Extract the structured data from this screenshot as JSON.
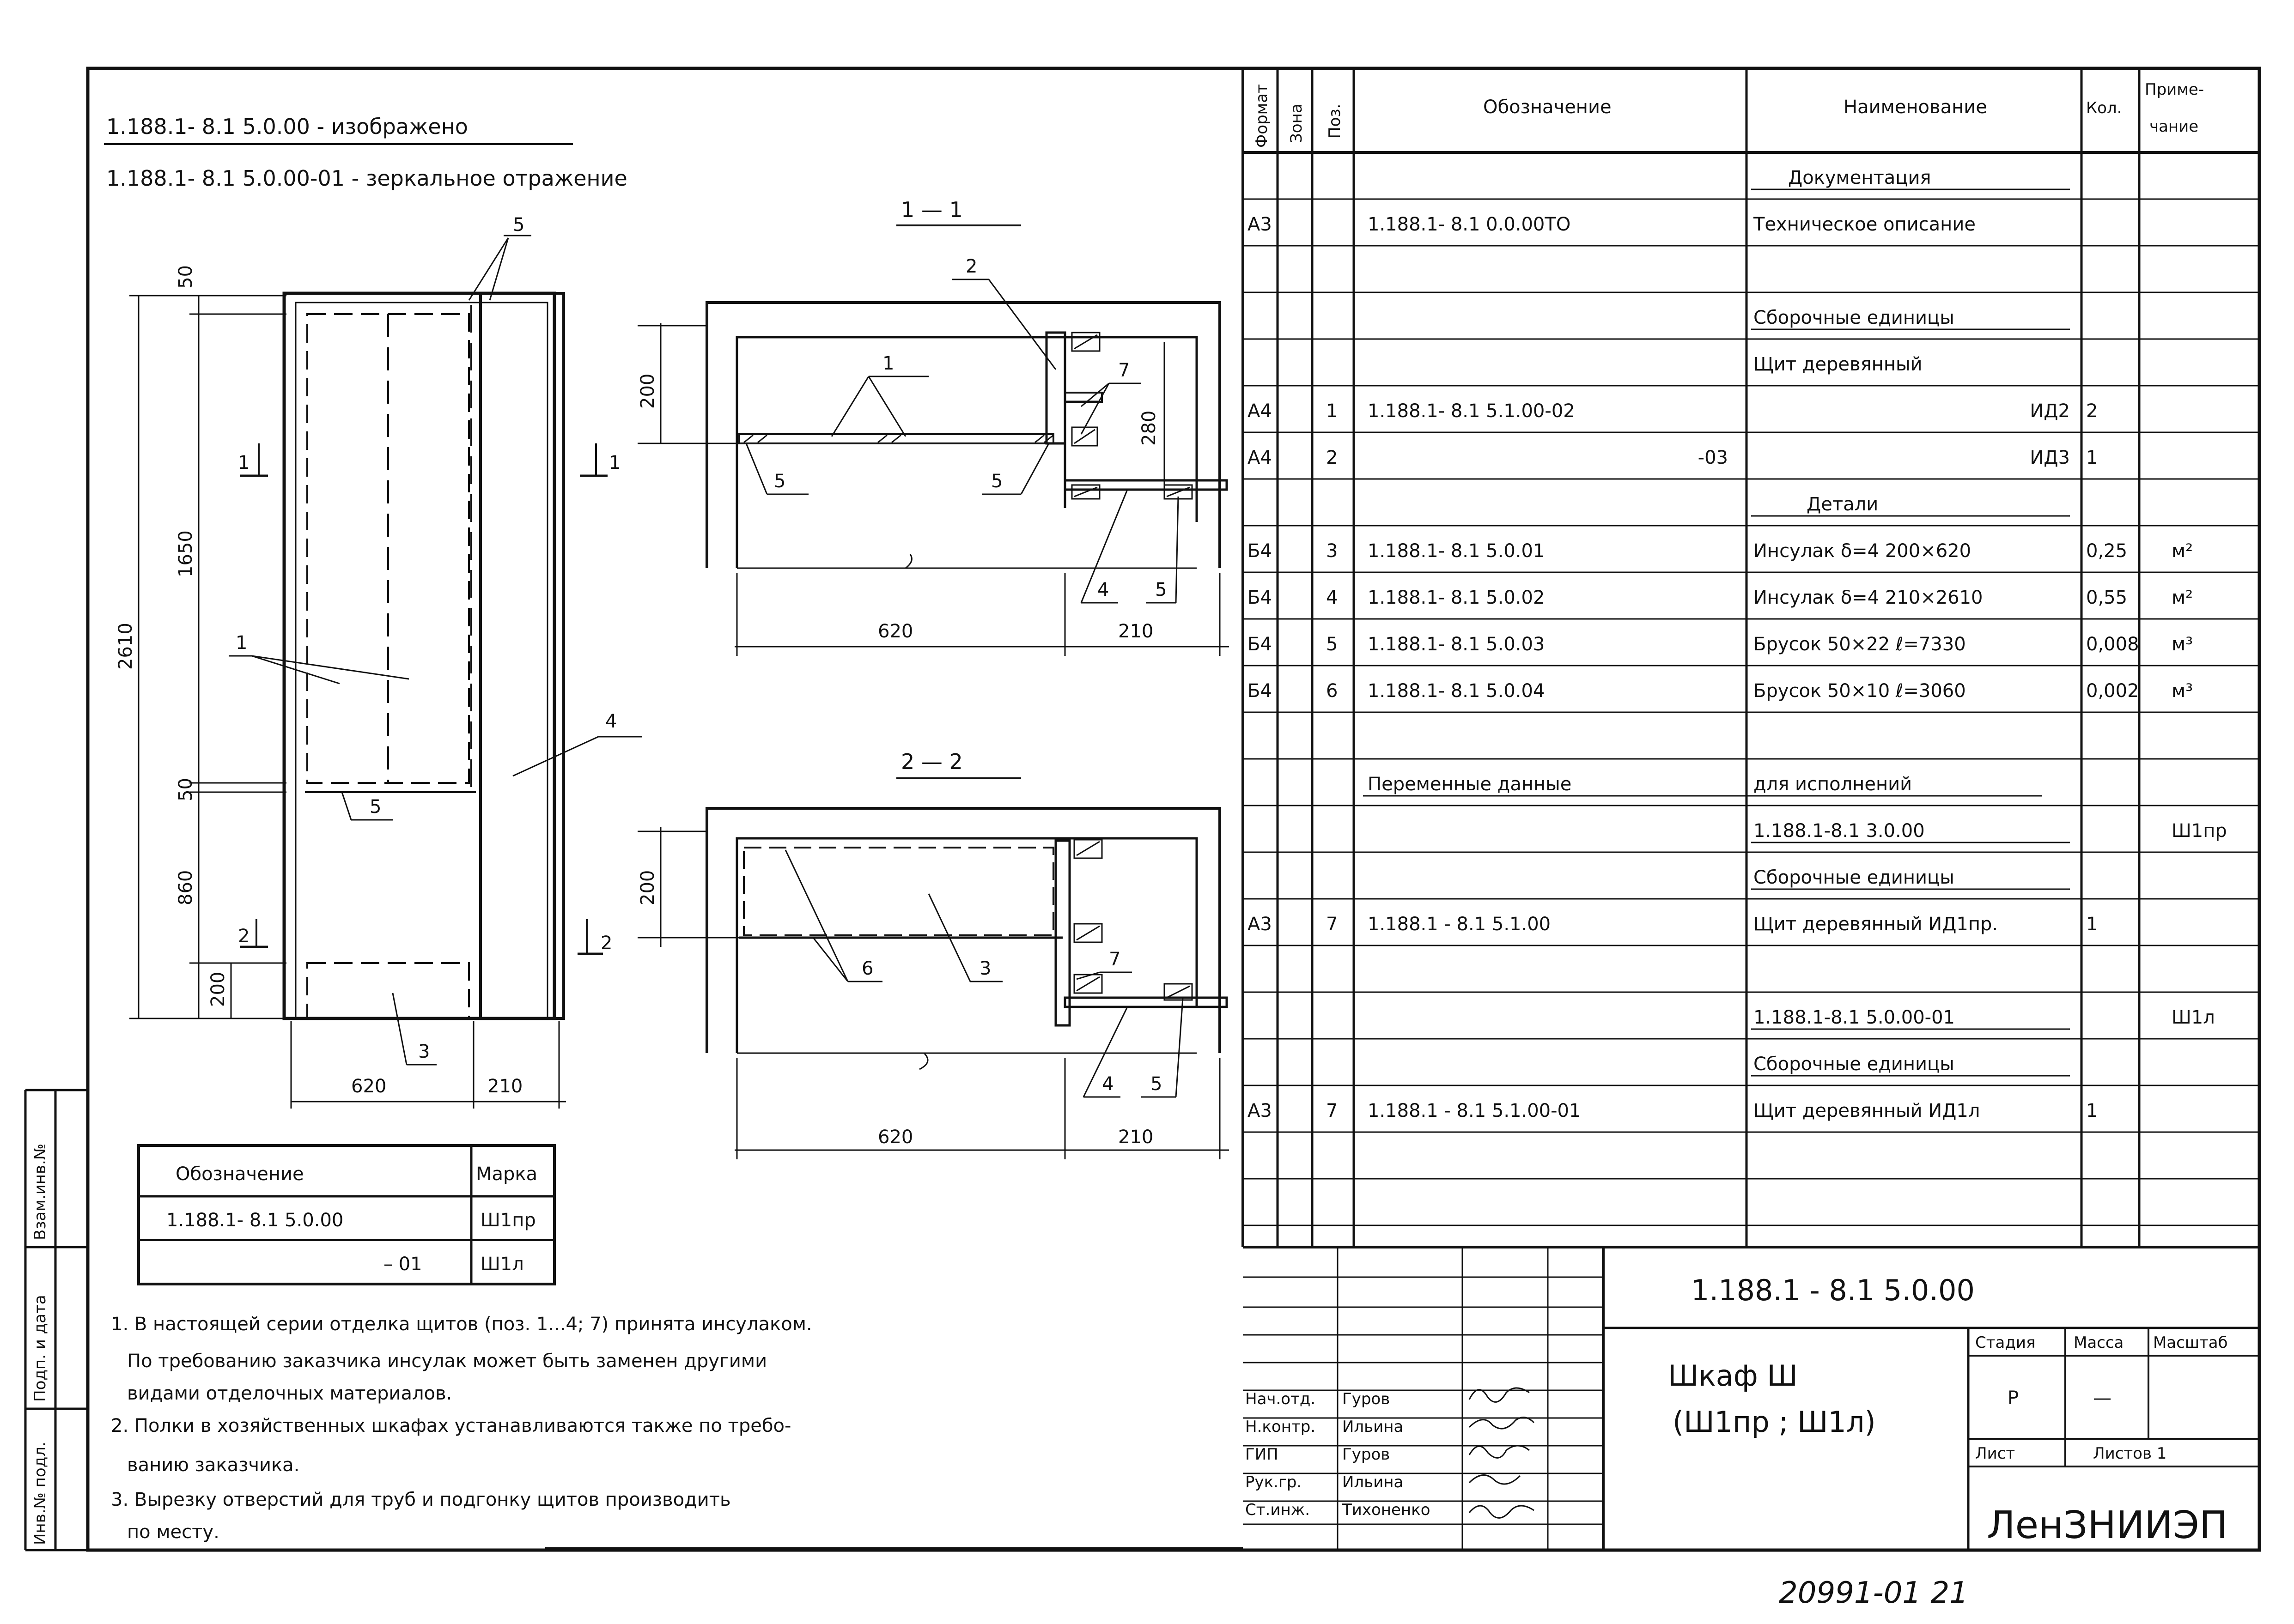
{
  "variants": {
    "line1": "1.188.1- 8.1 5.0.00 - изображено",
    "line2": "1.188.1- 8.1 5.0.00-01 - зеркальное отражение"
  },
  "section_titles": {
    "s1": "1 — 1",
    "s2": "2 — 2"
  },
  "front_view": {
    "dims": {
      "total_height": "2610",
      "top_rail": "50",
      "glazed_height": "1650",
      "mid_rail": "50",
      "lower_height": "860",
      "bottom_panel": "200",
      "width_main": "620",
      "width_side": "210"
    },
    "callouts": {
      "c1": "1",
      "c3": "3",
      "c4": "4",
      "c5_top": "5",
      "c5_mid": "5"
    },
    "section_marks": {
      "s1_left": "1",
      "s1_right": "1",
      "s2_left": "2",
      "s2_right": "2"
    }
  },
  "section_1": {
    "dims": {
      "h200": "200",
      "h280": "280",
      "w620": "620",
      "w210": "210"
    },
    "callouts": {
      "c1": "1",
      "c2": "2",
      "c4": "4",
      "c5a": "5",
      "c5b": "5",
      "c5c": "5",
      "c7": "7"
    }
  },
  "section_2": {
    "dims": {
      "h200": "200",
      "w620": "620",
      "w210": "210"
    },
    "callouts": {
      "c3": "3",
      "c4": "4",
      "c5": "5",
      "c6": "6",
      "c7": "7"
    }
  },
  "mark_table": {
    "headers": [
      "Обозначение",
      "Марка"
    ],
    "rows": [
      [
        "1.188.1- 8.1 5.0.00",
        "Ш1пр"
      ],
      [
        "– 01",
        "Ш1л"
      ]
    ]
  },
  "notes": [
    "1. В настоящей серии отделка щитов (поз. 1...4; 7) принята инсулаком.",
    "По требованию заказчика инсулак может быть заменен другими",
    "видами отделочных материалов.",
    "2. Полки в хозяйственных шкафах устанавливаются также по требо-",
    "ванию заказчика.",
    "3. Вырезку отверстий для труб и подгонку щитов производить",
    "по месту."
  ],
  "left_margin_labels": [
    "Взам.инв.№",
    "Подп. и дата",
    "Инв.№ подл."
  ],
  "spec": {
    "headers": {
      "format": "Формат",
      "zone": "Зона",
      "pos": "Поз.",
      "designation": "Обозначение",
      "name": "Наименование",
      "qty": "Кол.",
      "note": "Приме-чание"
    },
    "rows": [
      {
        "fmt": "",
        "pos": "",
        "des": "",
        "name": "Документация",
        "qty": "",
        "note": "",
        "kind": "section"
      },
      {
        "fmt": "А3",
        "pos": "",
        "des": "1.188.1- 8.1     0.0.00ТО",
        "name": "Техническое описание",
        "qty": "",
        "note": "",
        "kind": "item"
      },
      {
        "fmt": "",
        "pos": "",
        "des": "",
        "name": "",
        "qty": "",
        "note": "",
        "kind": "blank"
      },
      {
        "fmt": "",
        "pos": "",
        "des": "",
        "name": "Сборочные единицы",
        "qty": "",
        "note": "",
        "kind": "section"
      },
      {
        "fmt": "",
        "pos": "",
        "des": "",
        "name": "Щит деревянный",
        "qty": "",
        "note": "",
        "kind": "item"
      },
      {
        "fmt": "А4",
        "pos": "1",
        "des": "1.188.1- 8.1     5.1.00-02",
        "name": "ИД2",
        "qty": "2",
        "note": "",
        "kind": "item-r"
      },
      {
        "fmt": "А4",
        "pos": "2",
        "des": "-03",
        "name": "ИД3",
        "qty": "1",
        "note": "",
        "kind": "item-rr"
      },
      {
        "fmt": "",
        "pos": "",
        "des": "",
        "name": "Детали",
        "qty": "",
        "note": "",
        "kind": "section"
      },
      {
        "fmt": "Б4",
        "pos": "3",
        "des": "1.188.1- 8.1     5.0.01",
        "name": "Инсулак δ=4   200×620",
        "qty": "0,25",
        "note": "м²",
        "kind": "item"
      },
      {
        "fmt": "Б4",
        "pos": "4",
        "des": "1.188.1- 8.1     5.0.02",
        "name": "Инсулак δ=4   210×2610",
        "qty": "0,55",
        "note": "м²",
        "kind": "item"
      },
      {
        "fmt": "Б4",
        "pos": "5",
        "des": "1.188.1- 8.1     5.0.03",
        "name": "Брусок 50×22  ℓ=7330",
        "qty": "0,008",
        "note": "м³",
        "kind": "item"
      },
      {
        "fmt": "Б4",
        "pos": "6",
        "des": "1.188.1- 8.1     5.0.04",
        "name": "Брусок 50×10  ℓ=3060",
        "qty": "0,002",
        "note": "м³",
        "kind": "item"
      },
      {
        "fmt": "",
        "pos": "",
        "des": "",
        "name": "",
        "qty": "",
        "note": "",
        "kind": "blank"
      },
      {
        "fmt": "",
        "pos": "",
        "des": "Переменные данные",
        "name": "для исполнений",
        "qty": "",
        "note": "",
        "kind": "section2"
      },
      {
        "fmt": "",
        "pos": "",
        "des": "",
        "name": "1.188.1-8.1     3.0.00",
        "qty": "",
        "note": "Ш1пр",
        "kind": "section"
      },
      {
        "fmt": "",
        "pos": "",
        "des": "",
        "name": "Сборочные единицы",
        "qty": "",
        "note": "",
        "kind": "section"
      },
      {
        "fmt": "А3",
        "pos": "7",
        "des": "1.188.1 - 8.1     5.1.00",
        "name": "Щит деревянный ИД1пр.",
        "qty": "1",
        "note": "",
        "kind": "item"
      },
      {
        "fmt": "",
        "pos": "",
        "des": "",
        "name": "",
        "qty": "",
        "note": "",
        "kind": "blank"
      },
      {
        "fmt": "",
        "pos": "",
        "des": "",
        "name": "1.188.1-8.1     5.0.00-01",
        "qty": "",
        "note": "Ш1л",
        "kind": "section"
      },
      {
        "fmt": "",
        "pos": "",
        "des": "",
        "name": "Сборочные единицы",
        "qty": "",
        "note": "",
        "kind": "section"
      },
      {
        "fmt": "А3",
        "pos": "7",
        "des": "1.188.1 - 8.1     5.1.00-01",
        "name": "Щит деревянный ИД1л",
        "qty": "1",
        "note": "",
        "kind": "item"
      },
      {
        "fmt": "",
        "pos": "",
        "des": "",
        "name": "",
        "qty": "",
        "note": "",
        "kind": "blank"
      },
      {
        "fmt": "",
        "pos": "",
        "des": "",
        "name": "",
        "qty": "",
        "note": "",
        "kind": "blank"
      }
    ]
  },
  "title_block": {
    "document_code": "1.188.1 - 8.1     5.0.00",
    "title": "Шкаф Ш",
    "subtitle": "(Ш1пр ; Ш1л)",
    "stage_header": "Стадия",
    "mass_header": "Масса",
    "scale_header": "Масштаб",
    "stage": "Р",
    "mass": "—",
    "sheet_label": "Лист",
    "sheets_label": "Листов 1",
    "organization": "ЛенЗНИИЭП",
    "signatures": [
      {
        "role": "Нач.отд.",
        "name": "Гуров"
      },
      {
        "role": "Н.контр.",
        "name": "Ильина"
      },
      {
        "role": "ГИП",
        "name": "Гуров"
      },
      {
        "role": "Рук.гр.",
        "name": "Ильина"
      },
      {
        "role": "Ст.инж.",
        "name": "Тихоненко"
      }
    ]
  },
  "archive_number": "20991-01  21"
}
